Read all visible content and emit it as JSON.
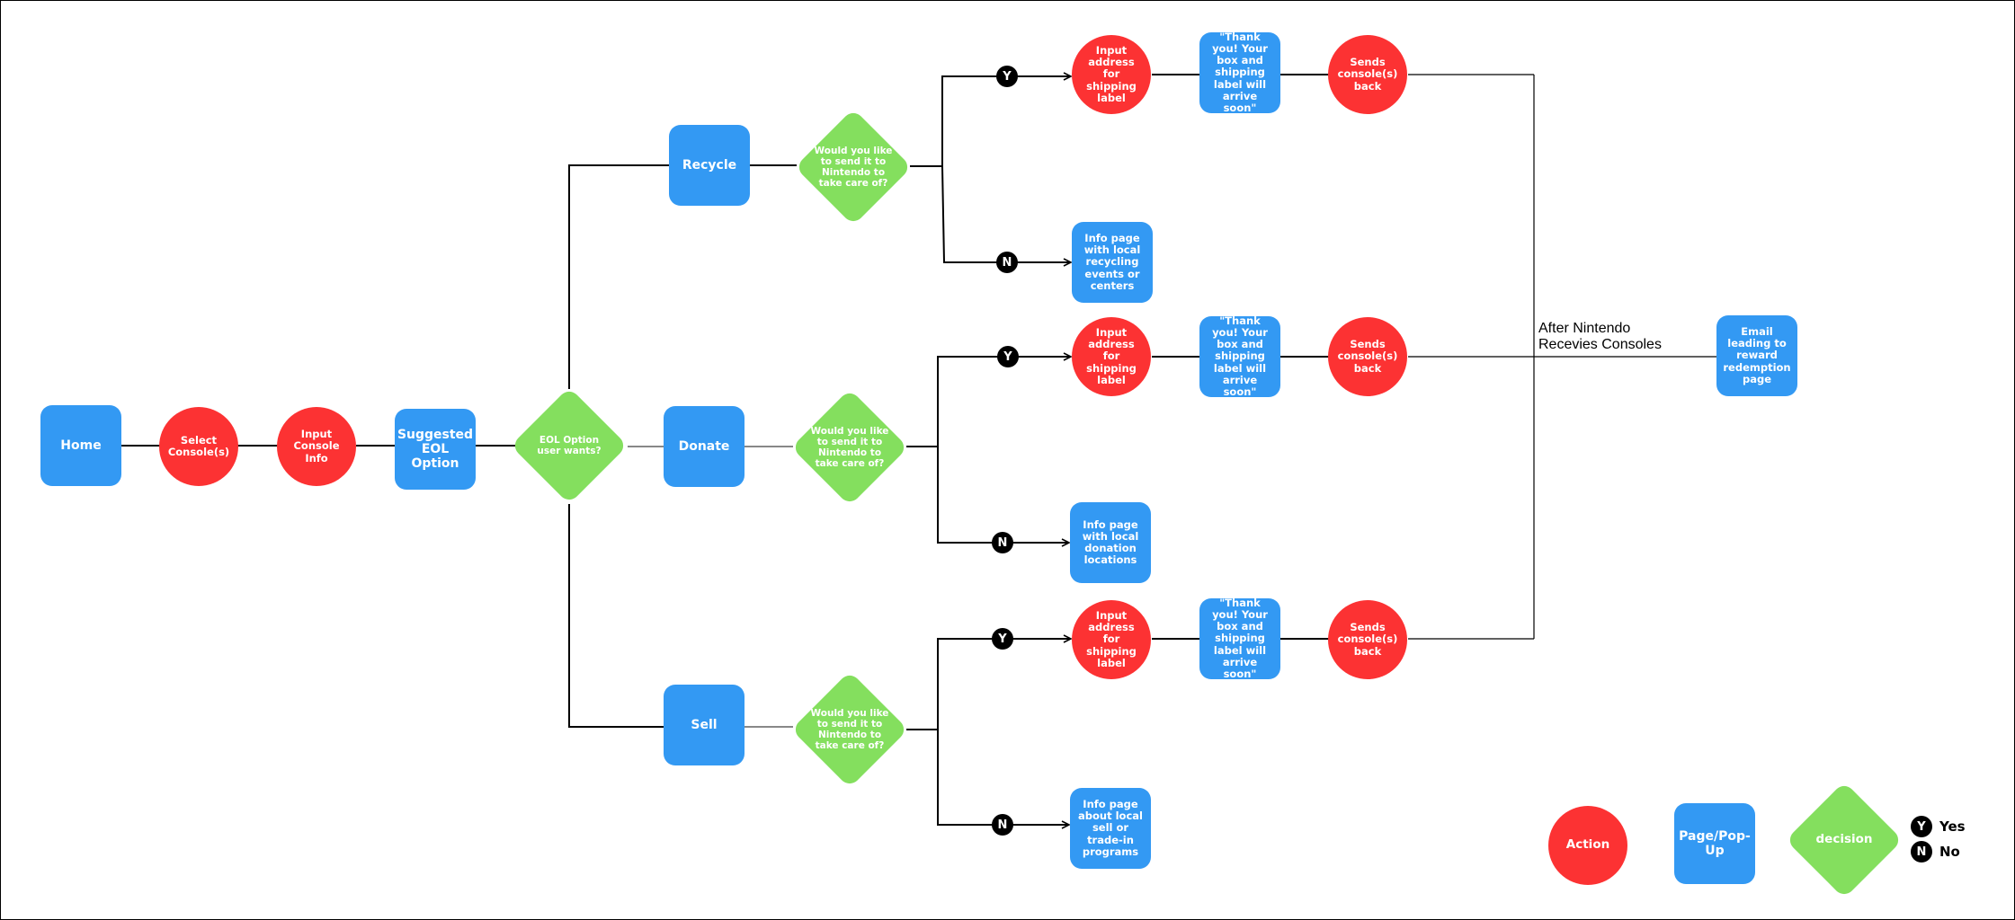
{
  "main_flow": {
    "home": "Home",
    "select_consoles": "Select Console(s)",
    "input_console_info": "Input Console Info",
    "suggested_eol": "Suggested EOL Option",
    "eol_decision": "EOL Option user wants?"
  },
  "branches": {
    "recycle": {
      "label": "Recycle",
      "question": "Would you like to send it to Nintendo to take care of?",
      "yes_badge": "Y",
      "no_badge": "N",
      "input_address": "Input address for shipping label",
      "thank_you": "\"Thank you! Your box and shipping label will arrive soon\"",
      "sends_back": "Sends console(s) back",
      "info_page": "Info page with local recycling events or centers"
    },
    "donate": {
      "label": "Donate",
      "question": "Would you like to send it to Nintendo to take care of?",
      "yes_badge": "Y",
      "no_badge": "N",
      "input_address": "Input address for shipping label",
      "thank_you": "\"Thank you! Your box and shipping label will arrive soon\"",
      "sends_back": "Sends console(s) back",
      "info_page": "Info page with local donation locations"
    },
    "sell": {
      "label": "Sell",
      "question": "Would you like to send it to Nintendo to take care of?",
      "yes_badge": "Y",
      "no_badge": "N",
      "input_address": "Input address for shipping label",
      "thank_you": "\"Thank you! Your box and shipping label will arrive soon\"",
      "sends_back": "Sends console(s) back",
      "info_page": "Info page about local sell or trade-in programs"
    }
  },
  "after": {
    "note": "After Nintendo\nRecevies Consoles",
    "email": "Email leading to reward redemption page"
  },
  "legend": {
    "action": "Action",
    "page": "Page/Pop-Up",
    "decision": "decision",
    "yes_badge": "Y",
    "yes_label": "Yes",
    "no_badge": "N",
    "no_label": "No"
  },
  "colors": {
    "action": "#fc3233",
    "page": "#3399f3",
    "decision": "#84df5e",
    "connector": "#000000"
  }
}
